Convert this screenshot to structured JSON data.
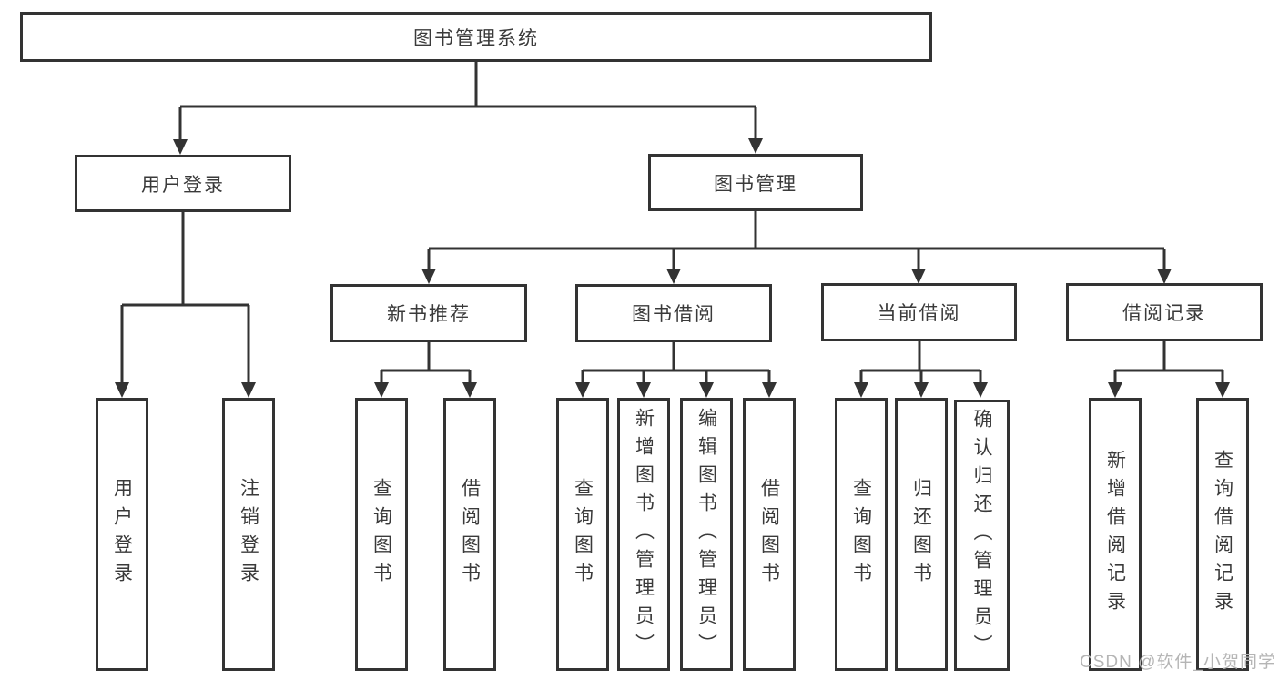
{
  "diagram": {
    "tree": {
      "label": "图书管理系统",
      "children": [
        {
          "label": "用户登录",
          "children": [
            {
              "label": "用户登录"
            },
            {
              "label": "注销登录"
            }
          ]
        },
        {
          "label": "图书管理",
          "children": [
            {
              "label": "新书推荐",
              "children": [
                {
                  "label": "查询图书"
                },
                {
                  "label": "借阅图书"
                }
              ]
            },
            {
              "label": "图书借阅",
              "children": [
                {
                  "label": "查询图书"
                },
                {
                  "label": "新增图书（管理员）"
                },
                {
                  "label": "编辑图书（管理员）"
                },
                {
                  "label": "借阅图书"
                }
              ]
            },
            {
              "label": "当前借阅",
              "children": [
                {
                  "label": "查询图书"
                },
                {
                  "label": "归还图书"
                },
                {
                  "label": "确认归还（管理员）"
                }
              ]
            },
            {
              "label": "借阅记录",
              "children": [
                {
                  "label": "新增借阅记录"
                },
                {
                  "label": "查询借阅记录"
                }
              ]
            }
          ]
        }
      ]
    },
    "colors": {
      "line": "#333333",
      "box_border": "#333333",
      "box_background": "#ffffff",
      "text": "#3a3a3a",
      "watermark": "#b5b5b5"
    }
  },
  "watermark": "CSDN @软件_小贺同学"
}
